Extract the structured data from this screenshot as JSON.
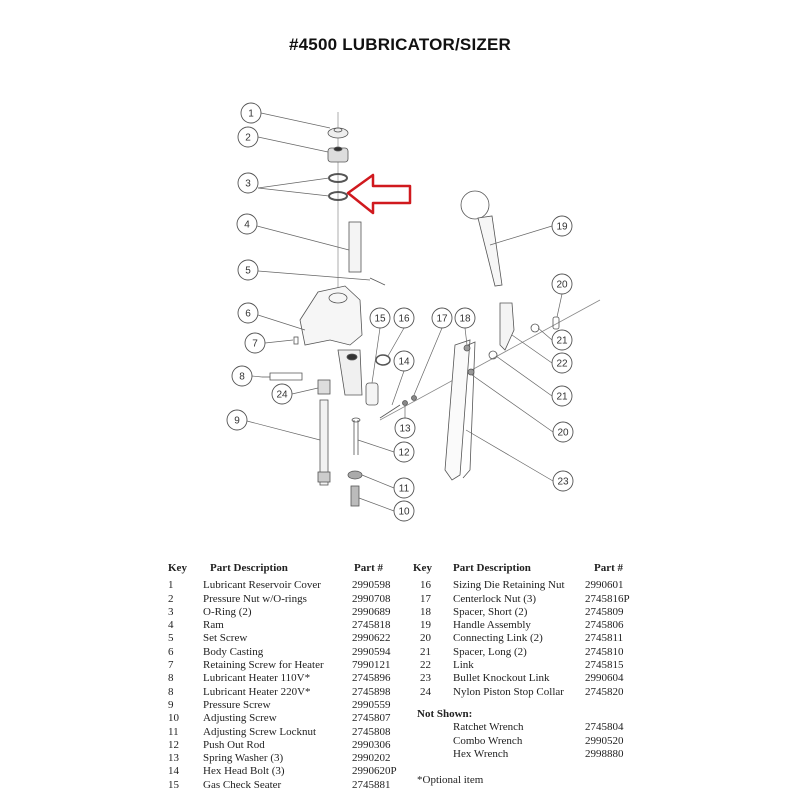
{
  "title": "#4500 LUBRICATOR/SIZER",
  "diagram": {
    "callouts": [
      "1",
      "2",
      "3",
      "4",
      "5",
      "6",
      "7",
      "8",
      "24",
      "9",
      "15",
      "16",
      "14",
      "17",
      "18",
      "13",
      "12",
      "11",
      "10",
      "19",
      "20",
      "21",
      "22",
      "21",
      "20",
      "23"
    ],
    "highlight_color": "#d0191e"
  },
  "table": {
    "headers": {
      "key": "Key",
      "description": "Part Description",
      "part": "Part #"
    },
    "left": [
      {
        "key": "1",
        "description": "Lubricant Reservoir Cover",
        "part": "2990598"
      },
      {
        "key": "2",
        "description": "Pressure Nut w/O-rings",
        "part": "2990708"
      },
      {
        "key": "3",
        "description": "O-Ring (2)",
        "part": "2990689"
      },
      {
        "key": "4",
        "description": "Ram",
        "part": "2745818"
      },
      {
        "key": "5",
        "description": "Set Screw",
        "part": "2990622"
      },
      {
        "key": "6",
        "description": "Body Casting",
        "part": "2990594"
      },
      {
        "key": "7",
        "description": "Retaining Screw for Heater",
        "part": "7990121"
      },
      {
        "key": "8",
        "description": "Lubricant Heater 110V*",
        "part": "2745896"
      },
      {
        "key": "8",
        "description": "Lubricant Heater 220V*",
        "part": "2745898"
      },
      {
        "key": "9",
        "description": "Pressure Screw",
        "part": "2990559"
      },
      {
        "key": "10",
        "description": "Adjusting Screw",
        "part": "2745807"
      },
      {
        "key": "11",
        "description": "Adjusting Screw Locknut",
        "part": "2745808"
      },
      {
        "key": "12",
        "description": "Push Out Rod",
        "part": "2990306"
      },
      {
        "key": "13",
        "description": "Spring Washer (3)",
        "part": "2990202"
      },
      {
        "key": "14",
        "description": "Hex Head Bolt (3)",
        "part": "2990620P"
      },
      {
        "key": "15",
        "description": "Gas Check Seater",
        "part": "2745881"
      }
    ],
    "right": [
      {
        "key": "16",
        "description": "Sizing Die Retaining Nut",
        "part": "2990601"
      },
      {
        "key": "17",
        "description": "Centerlock Nut (3)",
        "part": "2745816P"
      },
      {
        "key": "18",
        "description": "Spacer, Short (2)",
        "part": "2745809"
      },
      {
        "key": "19",
        "description": "Handle Assembly",
        "part": "2745806"
      },
      {
        "key": "20",
        "description": "Connecting Link (2)",
        "part": "2745811"
      },
      {
        "key": "21",
        "description": "Spacer, Long (2)",
        "part": "2745810"
      },
      {
        "key": "22",
        "description": "Link",
        "part": "2745815"
      },
      {
        "key": "23",
        "description": "Bullet Knockout Link",
        "part": "2990604"
      },
      {
        "key": "24",
        "description": "Nylon Piston Stop Collar",
        "part": "2745820"
      }
    ],
    "not_shown_label": "Not Shown:",
    "not_shown": [
      {
        "description": "Ratchet Wrench",
        "part": "2745804"
      },
      {
        "description": "Combo Wrench",
        "part": "2990520"
      },
      {
        "description": "Hex Wrench",
        "part": "2998880"
      }
    ],
    "footnote": "*Optional item"
  }
}
